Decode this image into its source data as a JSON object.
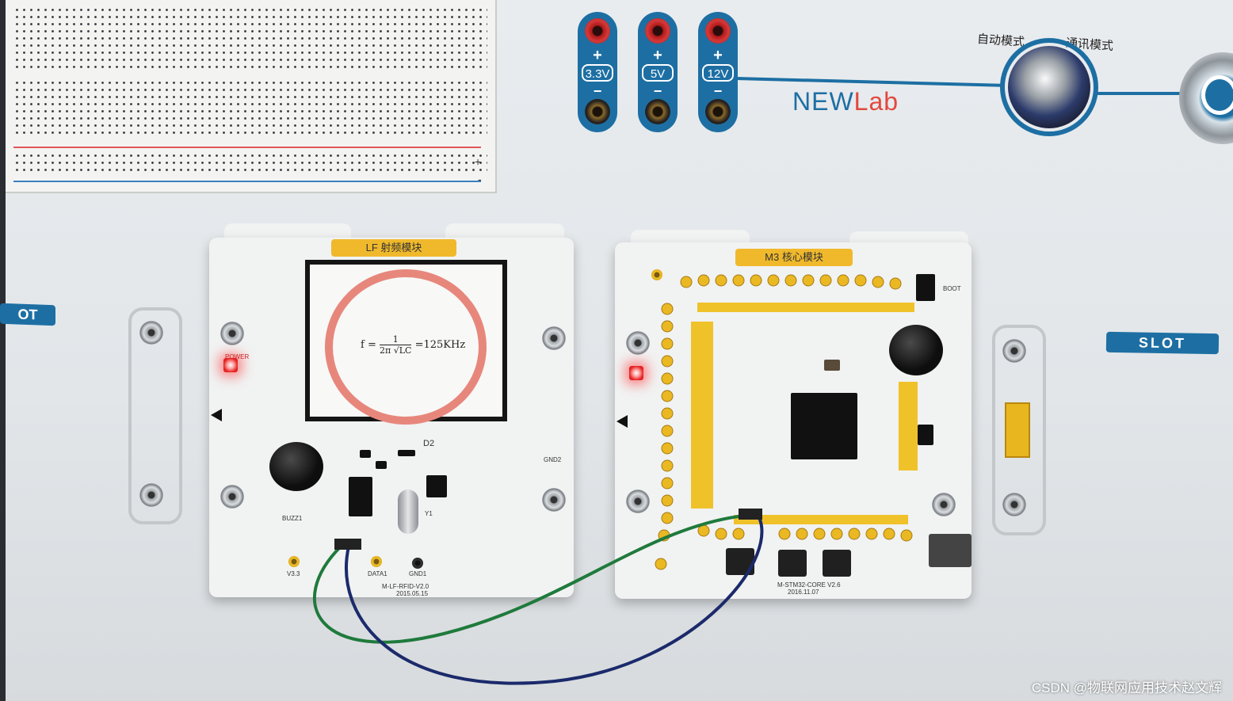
{
  "image": {
    "description_free": true,
    "breadboard": {
      "rail_plus": "+",
      "rail_minus": "-"
    },
    "power_jacks": [
      {
        "voltage": "3.3V",
        "plus": "+",
        "minus": "−"
      },
      {
        "voltage": "5V",
        "plus": "+",
        "minus": "−"
      },
      {
        "voltage": "12V",
        "plus": "+",
        "minus": "−"
      }
    ],
    "brand": {
      "part1": "NEW",
      "part2": "Lab"
    },
    "mode_labels": {
      "auto": "自动模式",
      "comm": "通讯模式"
    },
    "slot_labels": {
      "left": "OT",
      "right": "SLOT"
    },
    "lf_module": {
      "title": "LF 射频模块",
      "formula_left": "f =",
      "formula_num": "1",
      "formula_den": "2π √LC",
      "formula_right": "=125KHz",
      "power_label": "POWER",
      "part_d2": "D2",
      "part_gnd2": "GND2",
      "part_gnd1": "GND1",
      "part_y1": "Y1",
      "part_buzz": "BUZZ1",
      "part_data1": "DATA1",
      "part_v33": "V3.3",
      "model": "M-LF-RFID-V2.0",
      "date": "2015.05.15"
    },
    "m3_module": {
      "title": "M3 核心模块",
      "boot": "BOOT",
      "model": "M-STM32-CORE V2.6",
      "date": "2016.11.07"
    },
    "watermark": "CSDN @物联网应用技术赵文辉",
    "colors": {
      "panel_blue": "#1d6fa3",
      "label_yellow": "#f0b92c",
      "led_red": "#e32222",
      "wire_green": "#1f7a3c",
      "wire_navy": "#1b2a6b"
    }
  }
}
